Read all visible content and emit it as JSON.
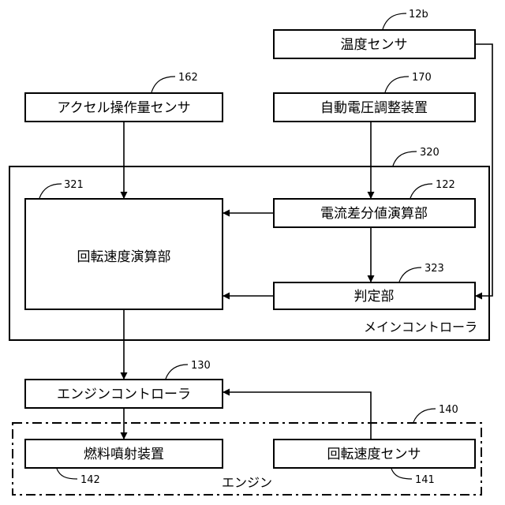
{
  "blocks": {
    "temp_sensor": {
      "label": "温度センサ",
      "ref": "12b"
    },
    "accel_sensor": {
      "label": "アクセル操作量センサ",
      "ref": "162"
    },
    "avr": {
      "label": "自動電圧調整装置",
      "ref": "170"
    },
    "main_controller": {
      "label": "メインコントローラ",
      "ref": "320"
    },
    "rpm_calc": {
      "label": "回転速度演算部",
      "ref": "321"
    },
    "current_diff": {
      "label": "電流差分値演算部",
      "ref": "122"
    },
    "judge": {
      "label": "判定部",
      "ref": "323"
    },
    "engine_controller": {
      "label": "エンジンコントローラ",
      "ref": "130"
    },
    "engine": {
      "label": "エンジン",
      "ref": "140"
    },
    "fuel_injector": {
      "label": "燃料噴射装置",
      "ref": "142"
    },
    "rpm_sensor": {
      "label": "回転速度センサ",
      "ref": "141"
    }
  }
}
